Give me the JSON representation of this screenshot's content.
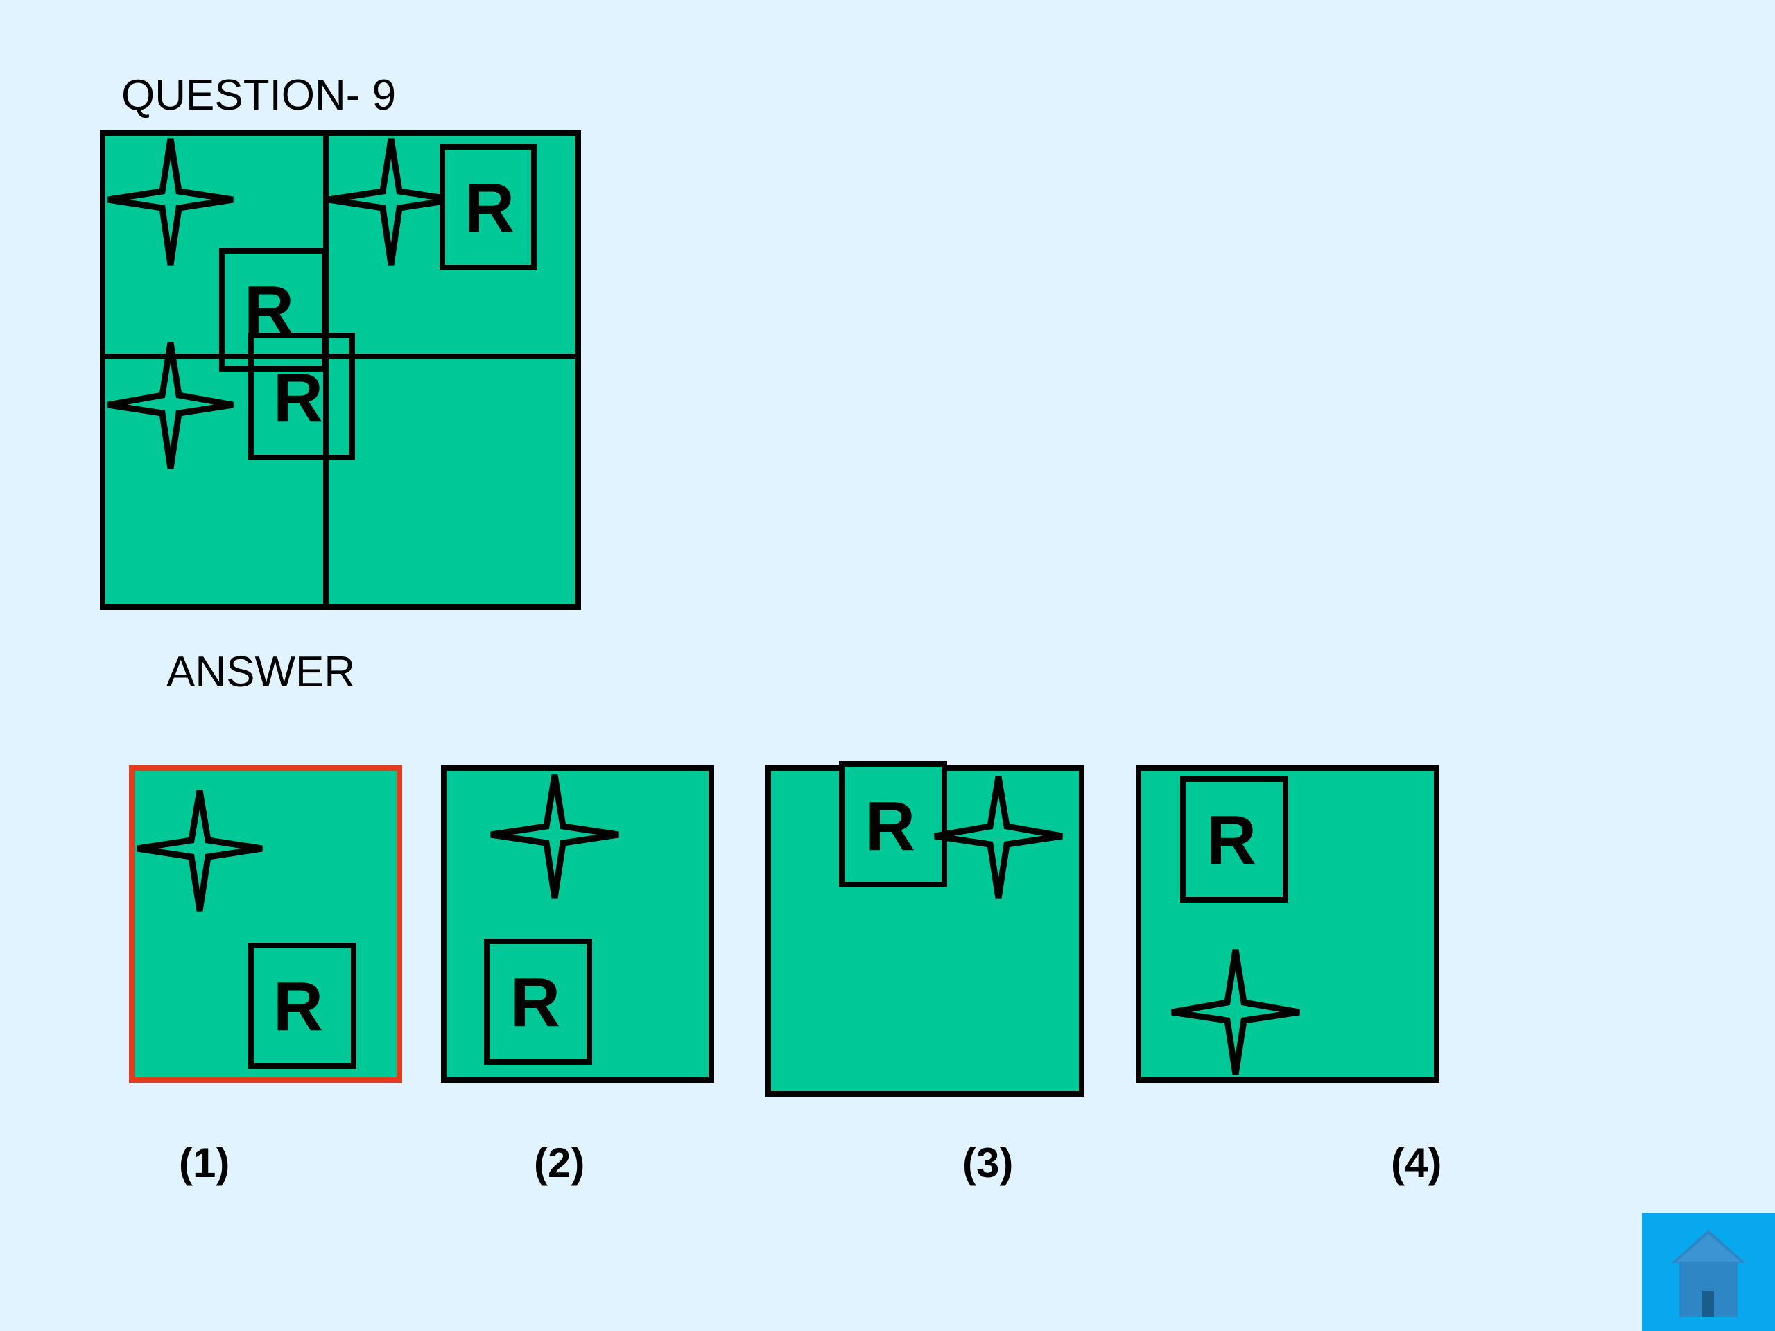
{
  "page": {
    "question_title": "QUESTION- 9",
    "answer_title": "ANSWER"
  },
  "puzzle": {
    "box_letter": "R"
  },
  "options": [
    {
      "label": "(1)",
      "selected": true
    },
    {
      "label": "(2)",
      "selected": false
    },
    {
      "label": "(3)",
      "selected": false
    },
    {
      "label": "(4)",
      "selected": false
    }
  ],
  "colors": {
    "background": "#e1f3fe",
    "tile_fill": "#00c896",
    "outline": "#000000",
    "selected_outline": "#e23b1e",
    "home_button": "#08a8ee",
    "home_icon": "#2f86c4"
  },
  "home_button": {
    "icon": "home-icon"
  }
}
